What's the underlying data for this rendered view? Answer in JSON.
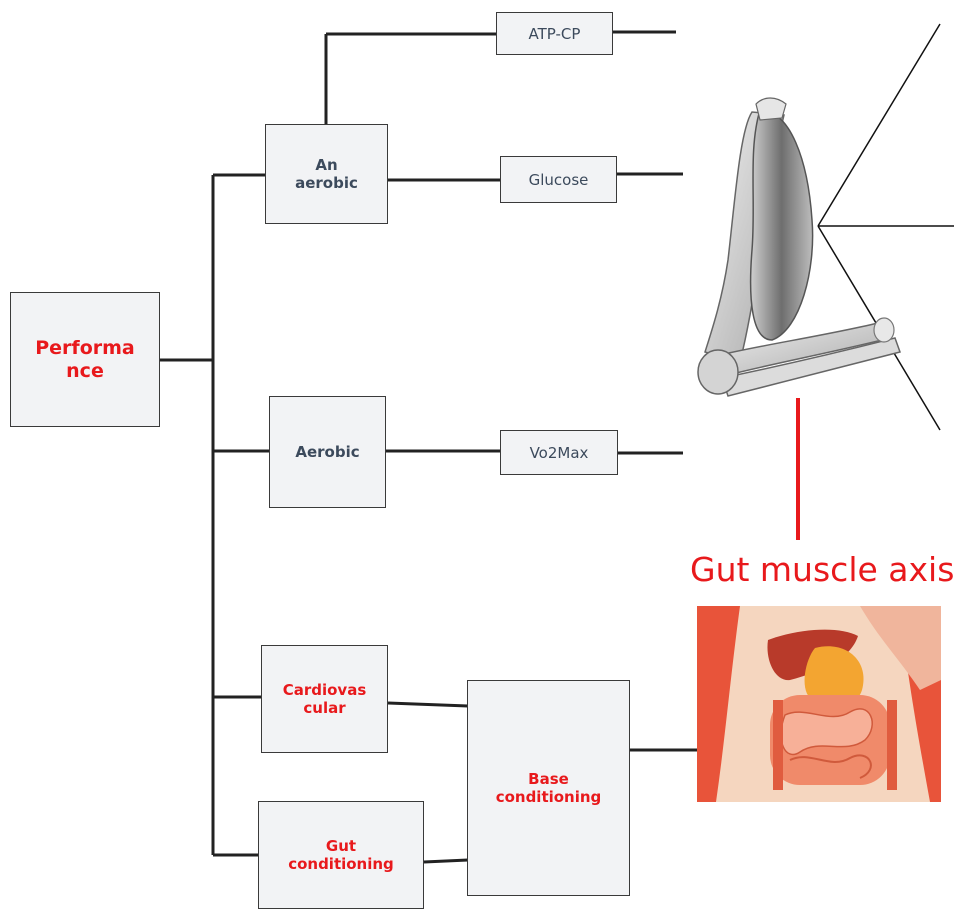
{
  "nodes": {
    "performance": "Performa\nnce",
    "anaerobic": "An\naerobic",
    "aerobic": "Aerobic",
    "cardiovascular": "Cardiovas\ncular",
    "gut_conditioning": "Gut\nconditioning",
    "base_conditioning": "Base\nconditioning",
    "atp_cp": "ATP-CP",
    "glucose": "Glucose",
    "vo2max": "Vo2Max"
  },
  "caption": "Gut muscle axis",
  "colors": {
    "accent_red": "#e8191c",
    "box_fill": "#f2f3f5",
    "line": "#222222",
    "label_dark": "#3c4a5c"
  },
  "images": {
    "muscle": "arm-muscle-illustration",
    "gut": "digestive-system-illustration"
  }
}
